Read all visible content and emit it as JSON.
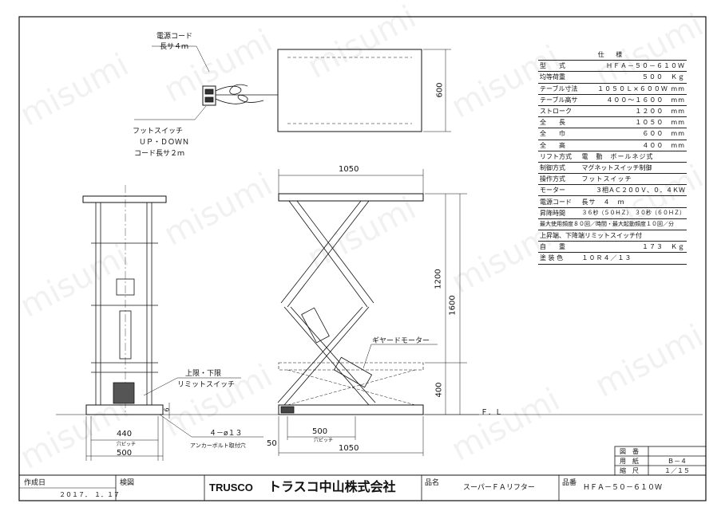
{
  "watermark": "misumi",
  "left_labels": {
    "cord_title": "電源コード",
    "cord_len": "長サ４ｍ",
    "foot_title": "フットスイッチ",
    "foot_updown": "ＵＰ・ＤＯＷＮ",
    "foot_cord": "コード長サ２ｍ",
    "limit_1": "上限・下限",
    "limit_2": "リミットスイッチ",
    "gear_motor": "ギヤードモーター",
    "anchor_1": "４－ø１３",
    "anchor_2": "アンカーボルト取付穴"
  },
  "dims": {
    "top_600": "600",
    "front_1050": "1050",
    "h_1200": "1200",
    "h_1600": "1600",
    "h_400": "400",
    "fl": "Ｆ．Ｌ",
    "side_440": "440",
    "side_440_sub": "穴ピッチ",
    "side_500": "500",
    "side_6": "6",
    "front_500": "500",
    "front_500_sub": "穴ピッチ",
    "front_50": "50",
    "front_bottom_1050": "1050"
  },
  "spec": {
    "header": "仕 様",
    "rows": [
      {
        "label": "型　　式",
        "value": "ＨＦＡ－５０－６１０Ｗ"
      },
      {
        "label": "均等荷重",
        "value": "５００　Ｋｇ"
      },
      {
        "label": "テーブル寸法",
        "value": "１０５０Ｌ×６００Ｗ mm"
      },
      {
        "label": "テーブル高サ",
        "value": "４００～１６００　mm"
      },
      {
        "label": "ストローク",
        "value": "１２００　mm"
      },
      {
        "label": "全　　長",
        "value": "１０５０　mm"
      },
      {
        "label": "全　　巾",
        "value": "６００　mm"
      },
      {
        "label": "全　　高",
        "value": "４００　mm"
      },
      {
        "label": "リフト方式",
        "value": "電　動　ボールネジ式"
      },
      {
        "label": "制御方式",
        "value": "マグネットスイッチ制御"
      },
      {
        "label": "操作方式",
        "value": "フットスイッチ"
      },
      {
        "label": "モーター",
        "value": "３相ＡＣ２００Ｖ、０．４ＫＷ"
      },
      {
        "label": "電源コード",
        "value": "長サ　４　ｍ"
      },
      {
        "label": "昇降時間",
        "value": "３６秒（５０ＨＺ）　３０秒（６０ＨＺ）"
      },
      {
        "label": "",
        "value": "最大使用頻度８０回／時間・最大起動頻度１０回／分"
      },
      {
        "label": "",
        "value": "上昇端、下降端リミットスイッチ付"
      },
      {
        "label": "自　　重",
        "value": "１７３　Ｋｇ"
      },
      {
        "label": "塗 装 色",
        "value": "１０Ｒ４／１３"
      }
    ]
  },
  "drawing_box": {
    "zumen": "図　番",
    "youshi": "用　紙",
    "youshi_val": "Ｂ－４",
    "shukushaku": "縮　尺",
    "shukushaku_val": "１／１５"
  },
  "title_block": {
    "created_label": "作成日",
    "created_date": "２０１７．　１．１７",
    "check_label": "検図",
    "brand": "TRUSCO",
    "company": "トラスコ中山株式会社",
    "name_label": "品名",
    "name_value": "スーパーＦＡリフター",
    "code_label": "品番",
    "code_value": "ＨＦＡ－５０－６１０Ｗ"
  }
}
